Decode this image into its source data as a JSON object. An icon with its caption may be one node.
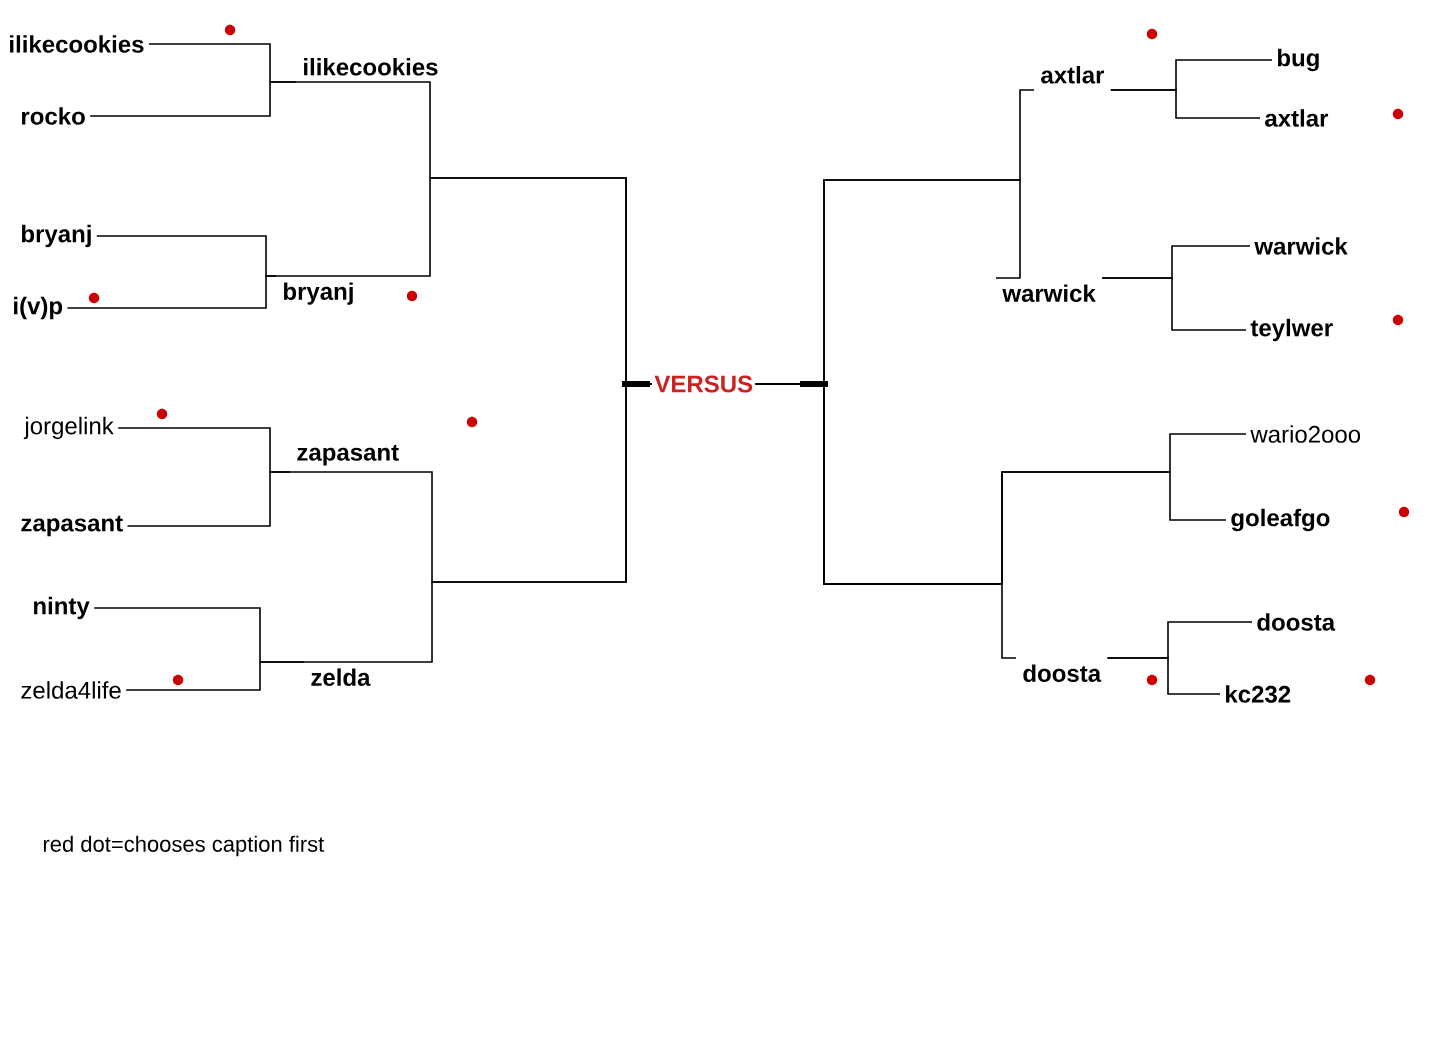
{
  "diagram": {
    "nodes": [
      {
        "text": [
          "ilikecookies"
        ]
      },
      {
        "text": [
          "rocko"
        ]
      },
      {
        "text": [
          "bryanj"
        ]
      },
      {
        "text": [
          "i(v)p"
        ]
      },
      {
        "text": [
          "jorgelink"
        ]
      },
      {
        "text": [
          "zapasant"
        ]
      },
      {
        "text": [
          "ninty"
        ]
      },
      {
        "text": [
          "zelda4life"
        ]
      },
      {
        "text": [
          "ilikecookies"
        ]
      },
      {
        "text": [
          "bryanj"
        ]
      },
      {
        "text": [
          "zapasant"
        ]
      },
      {
        "text": [
          "zelda"
        ]
      },
      {
        "text": [
          "VERSUS"
        ]
      },
      {
        "text": [
          "axtlar"
        ]
      },
      {
        "text": [
          "warwick"
        ]
      },
      {
        "text": [
          "doosta"
        ]
      },
      {
        "text": [
          "bug"
        ]
      },
      {
        "text": [
          "axtlar"
        ]
      },
      {
        "text": [
          "warwick"
        ]
      },
      {
        "text": [
          "teylwer"
        ]
      },
      {
        "text": [
          "wario2ooo"
        ]
      },
      {
        "text": [
          "goleafgo"
        ]
      },
      {
        "text": [
          "doosta"
        ]
      },
      {
        "text": [
          "kc232"
        ]
      }
    ],
    "edges": [
      {
        "from": 0,
        "to": 8,
        "arrow": "none"
      },
      {
        "from": 1,
        "to": 8,
        "arrow": "none"
      },
      {
        "from": 2,
        "to": 9,
        "arrow": "none"
      },
      {
        "from": 3,
        "to": 9,
        "arrow": "none"
      },
      {
        "from": 4,
        "to": 10,
        "arrow": "none"
      },
      {
        "from": 5,
        "to": 10,
        "arrow": "none"
      },
      {
        "from": 6,
        "to": 11,
        "arrow": "none"
      },
      {
        "from": 7,
        "to": 11,
        "arrow": "none"
      },
      {
        "from": 8,
        "to": 12,
        "arrow": "none"
      },
      {
        "from": 9,
        "to": 12,
        "arrow": "none"
      },
      {
        "from": 10,
        "to": 12,
        "arrow": "none"
      },
      {
        "from": 11,
        "to": 12,
        "arrow": "none"
      },
      {
        "from": 16,
        "to": 13,
        "arrow": "none"
      },
      {
        "from": 17,
        "to": 13,
        "arrow": "none"
      },
      {
        "from": 18,
        "to": 14,
        "arrow": "none"
      },
      {
        "from": 19,
        "to": 14,
        "arrow": "none"
      },
      {
        "from": 20,
        "to": 12,
        "arrow": "none"
      },
      {
        "from": 21,
        "to": 12,
        "arrow": "none"
      },
      {
        "from": 22,
        "to": 15,
        "arrow": "none"
      },
      {
        "from": 23,
        "to": 15,
        "arrow": "none"
      },
      {
        "from": 13,
        "to": 12,
        "arrow": "none"
      },
      {
        "from": 14,
        "to": 12,
        "arrow": "none"
      },
      {
        "from": 15,
        "to": 12,
        "arrow": "none"
      }
    ],
    "labels": [
      "red dot=chooses caption first"
    ]
  }
}
